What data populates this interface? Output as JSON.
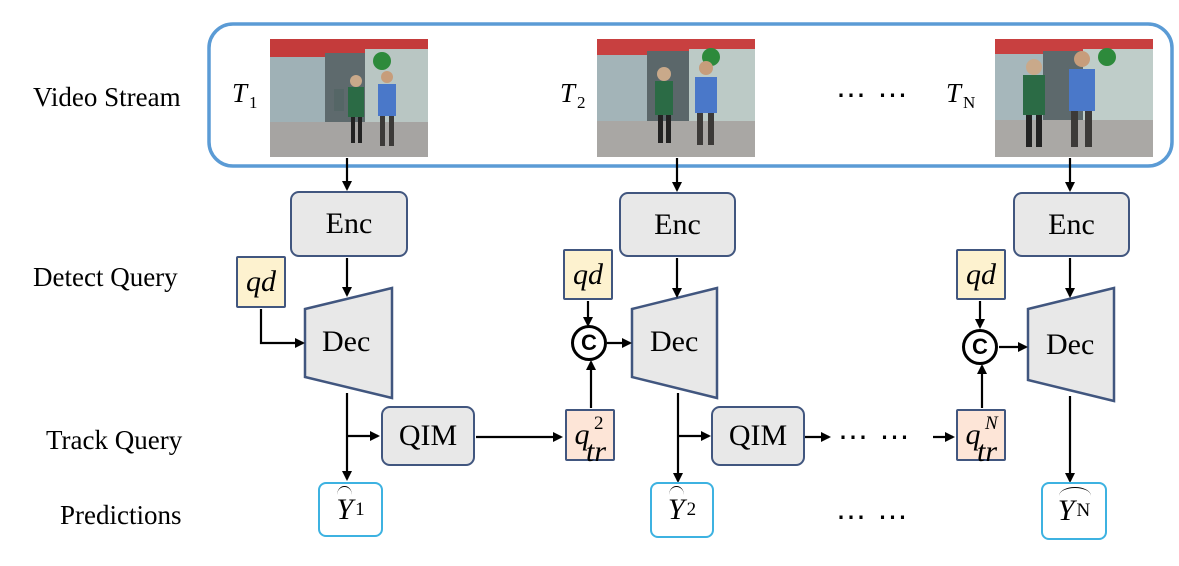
{
  "row_labels": {
    "video_stream": "Video Stream",
    "detect_query": "Detect Query",
    "track_query": "Track Query",
    "predictions": "Predictions"
  },
  "frames": [
    {
      "t_main": "T",
      "t_sub": "1"
    },
    {
      "t_main": "T",
      "t_sub": "2"
    },
    {
      "t_main": "T",
      "t_sub": "N"
    }
  ],
  "ellipsis": "⋯ ⋯",
  "stages": [
    {
      "enc": "Enc",
      "dec": "Dec",
      "qd_main": "q",
      "qd_sub": "d",
      "pred_main": "Y",
      "pred_sub": "1"
    },
    {
      "enc": "Enc",
      "dec": "Dec",
      "qd_main": "q",
      "qd_sub": "d",
      "pred_main": "Y",
      "pred_sub": "2",
      "concat": "C",
      "qtr_main": "q",
      "qtr_sub": "tr",
      "qtr_sup": "2"
    },
    {
      "enc": "Enc",
      "dec": "Dec",
      "qd_main": "q",
      "qd_sub": "d",
      "pred_main": "Y",
      "pred_sub": "N",
      "concat": "C",
      "qtr_main": "q",
      "qtr_sub": "tr",
      "qtr_sup": "N"
    }
  ],
  "qim_labels": [
    "QIM",
    "QIM"
  ],
  "colors": {
    "stream_border": "#5b9bd5",
    "module_border": "#41567f",
    "module_fill": "#e8e8e8",
    "detect_fill": "#fdf2cf",
    "track_fill": "#fde5d7",
    "pred_border": "#3db2e1"
  }
}
